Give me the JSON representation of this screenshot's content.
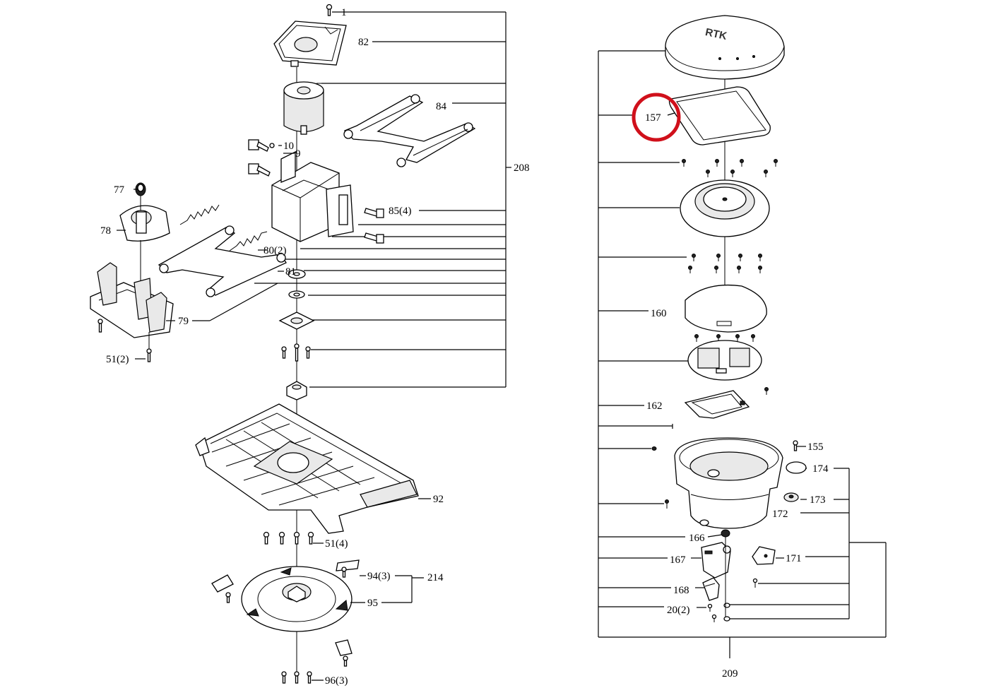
{
  "diagram": {
    "labels": {
      "l1": "1",
      "l82": "82",
      "l84": "84",
      "l10": "10",
      "l9": "9",
      "l208": "208",
      "l85": "85(4)",
      "l77": "77",
      "l78": "78",
      "l80": "80(2)",
      "l81": "81",
      "l79": "79",
      "l51a": "51(2)",
      "l92": "92",
      "l51b": "51(4)",
      "l94": "94(3)",
      "l214": "214",
      "l95": "95",
      "l96": "96(3)",
      "l157": "157",
      "l160": "160",
      "l162": "162",
      "l155": "155",
      "l174": "174",
      "l173": "173",
      "l172": "172",
      "l166": "166",
      "l167": "167",
      "l171": "171",
      "l168": "168",
      "l20": "20(2)",
      "l209": "209"
    },
    "cover_text": "RTK",
    "highlight_color": "#d0101b"
  }
}
